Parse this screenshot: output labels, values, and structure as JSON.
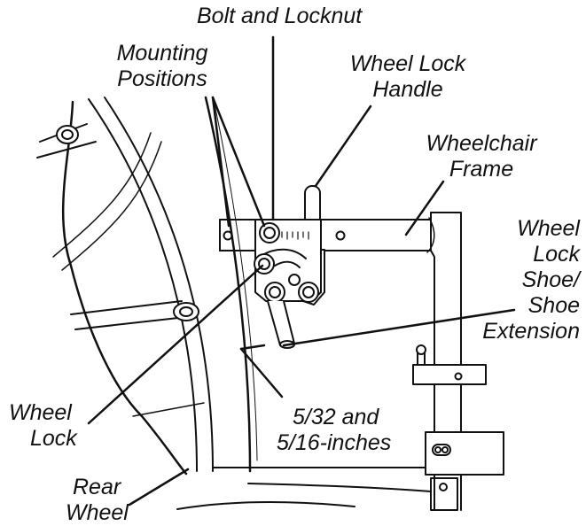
{
  "labels": {
    "bolt_and_locknut": "Bolt and Locknut",
    "mounting_positions": [
      "Mounting",
      "Positions"
    ],
    "wheel_lock_handle": [
      "Wheel Lock",
      "Handle"
    ],
    "wheelchair_frame": [
      "Wheelchair",
      "Frame"
    ],
    "wheel_lock_shoe": [
      "Wheel",
      "Lock",
      "Shoe/",
      "Shoe",
      "Extension"
    ],
    "wheel_lock": [
      "Wheel",
      "Lock"
    ],
    "gap_spec": [
      "5/32 and",
      "5/16-inches"
    ],
    "rear_wheel": [
      "Rear",
      "Wheel"
    ]
  },
  "colors": {
    "line": "#111111",
    "fill": "#ffffff",
    "shade": "#e6e6e6"
  }
}
